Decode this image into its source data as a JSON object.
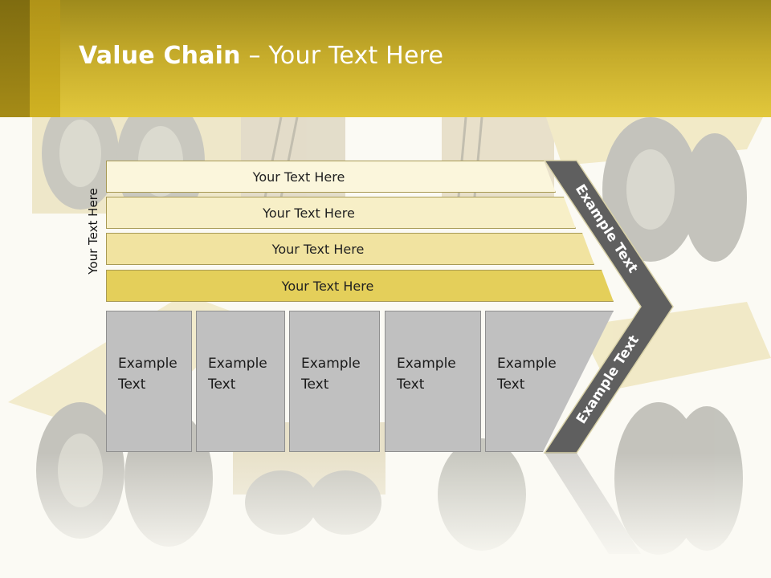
{
  "title": {
    "bold": "Value Chain",
    "rest": " – Your Text Here"
  },
  "side_label": "Your Text Here",
  "rows": [
    {
      "label": "Your Text Here",
      "color": "#fbf6dc"
    },
    {
      "label": "Your Text Here",
      "color": "#f7efc7"
    },
    {
      "label": "Your Text Here",
      "color": "#f1e3a0"
    },
    {
      "label": "Your Text Here",
      "color": "#e4cf5a"
    }
  ],
  "columns": [
    {
      "line1": "Example",
      "line2": "Text"
    },
    {
      "line1": "Example",
      "line2": "Text"
    },
    {
      "line1": "Example",
      "line2": "Text"
    },
    {
      "line1": "Example",
      "line2": "Text"
    },
    {
      "line1": "Example",
      "line2": "Text"
    }
  ],
  "chevron": {
    "upper": "Example Text",
    "lower": "Example Text",
    "color": "#5f5f5f"
  },
  "colors": {
    "header": "#d2b52e",
    "column": "#c0c0c0"
  }
}
